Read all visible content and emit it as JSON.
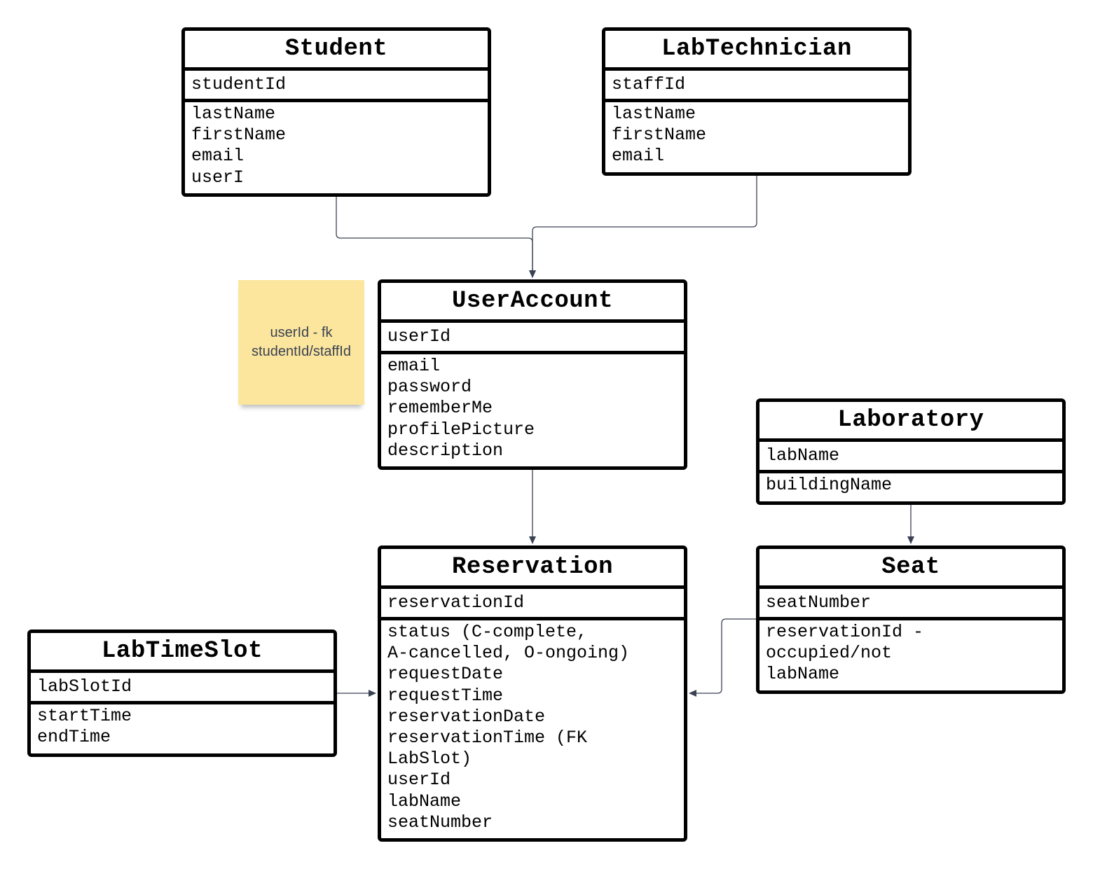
{
  "entities": {
    "student": {
      "title": "Student",
      "key": "studentId",
      "attributes": [
        "lastName",
        "firstName",
        "email",
        "userI"
      ]
    },
    "labtechnician": {
      "title": "LabTechnician",
      "key": "staffId",
      "attributes": [
        "lastName",
        "firstName",
        "email"
      ]
    },
    "useraccount": {
      "title": "UserAccount",
      "key": "userId",
      "attributes": [
        "email",
        "password",
        "rememberMe",
        "profilePicture",
        "description"
      ]
    },
    "laboratory": {
      "title": "Laboratory",
      "key": "labName",
      "attributes": [
        "buildingName"
      ]
    },
    "seat": {
      "title": "Seat",
      "key": "seatNumber",
      "attributes": [
        "reservationId -",
        "occupied/not",
        "labName"
      ]
    },
    "reservation": {
      "title": "Reservation",
      "key": "reservationId",
      "attributes": [
        "status (C-complete,",
        "A-cancelled, O-ongoing)",
        "requestDate",
        "requestTime",
        "reservationDate",
        "reservationTime (FK",
        "LabSlot)",
        "userId",
        "labName",
        "seatNumber"
      ]
    },
    "labtimeslot": {
      "title": "LabTimeSlot",
      "key": "labSlotId",
      "attributes": [
        "startTime",
        "endTime"
      ]
    }
  },
  "note": {
    "lines": [
      "userId - fk",
      "studentId/staffId"
    ]
  },
  "colors": {
    "border": "#000000",
    "note_fill": "#fce69e",
    "note_text": "#3a4252",
    "connector": "#3a4252"
  }
}
